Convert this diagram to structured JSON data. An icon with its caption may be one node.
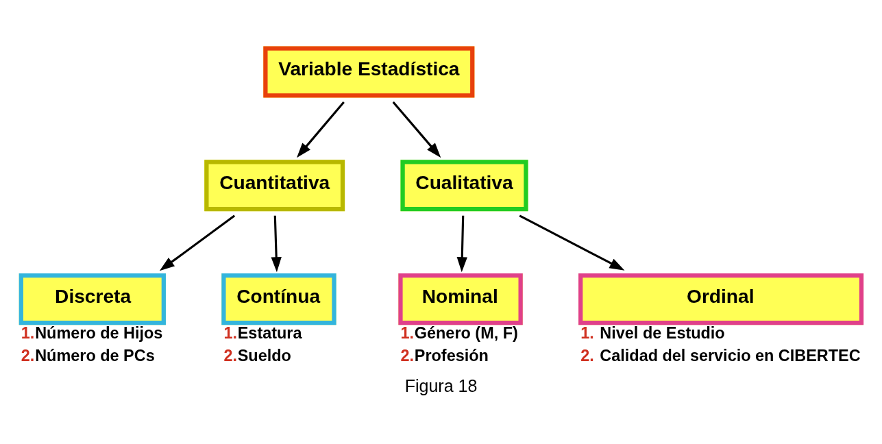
{
  "diagram": {
    "caption": "Figura 18",
    "nodes": [
      {
        "text": [
          "Variable Estadística"
        ]
      },
      {
        "text": [
          "Cuantitativa"
        ]
      },
      {
        "text": [
          "Cualitativa"
        ]
      },
      {
        "text": [
          "Discreta"
        ],
        "beside": [
          "1.Número de Hijos",
          "2.Número de PCs"
        ]
      },
      {
        "text": [
          "Contínua"
        ],
        "beside": [
          "1.Estatura",
          "2.Sueldo"
        ]
      },
      {
        "text": [
          "Nominal"
        ],
        "beside": [
          "1.Género (M, F)",
          "2.Profesión"
        ]
      },
      {
        "text": [
          "Ordinal"
        ],
        "beside": [
          "1. Nivel de Estudio",
          "2. Calidad del servicio en CIBERTEC"
        ]
      }
    ],
    "edges": [
      {
        "from": 0,
        "to": 1,
        "arrow": "to"
      },
      {
        "from": 0,
        "to": 2,
        "arrow": "to"
      },
      {
        "from": 1,
        "to": 3,
        "arrow": "to"
      },
      {
        "from": 1,
        "to": 4,
        "arrow": "to"
      },
      {
        "from": 2,
        "to": 5,
        "arrow": "to"
      },
      {
        "from": 2,
        "to": 6,
        "arrow": "to"
      }
    ]
  }
}
